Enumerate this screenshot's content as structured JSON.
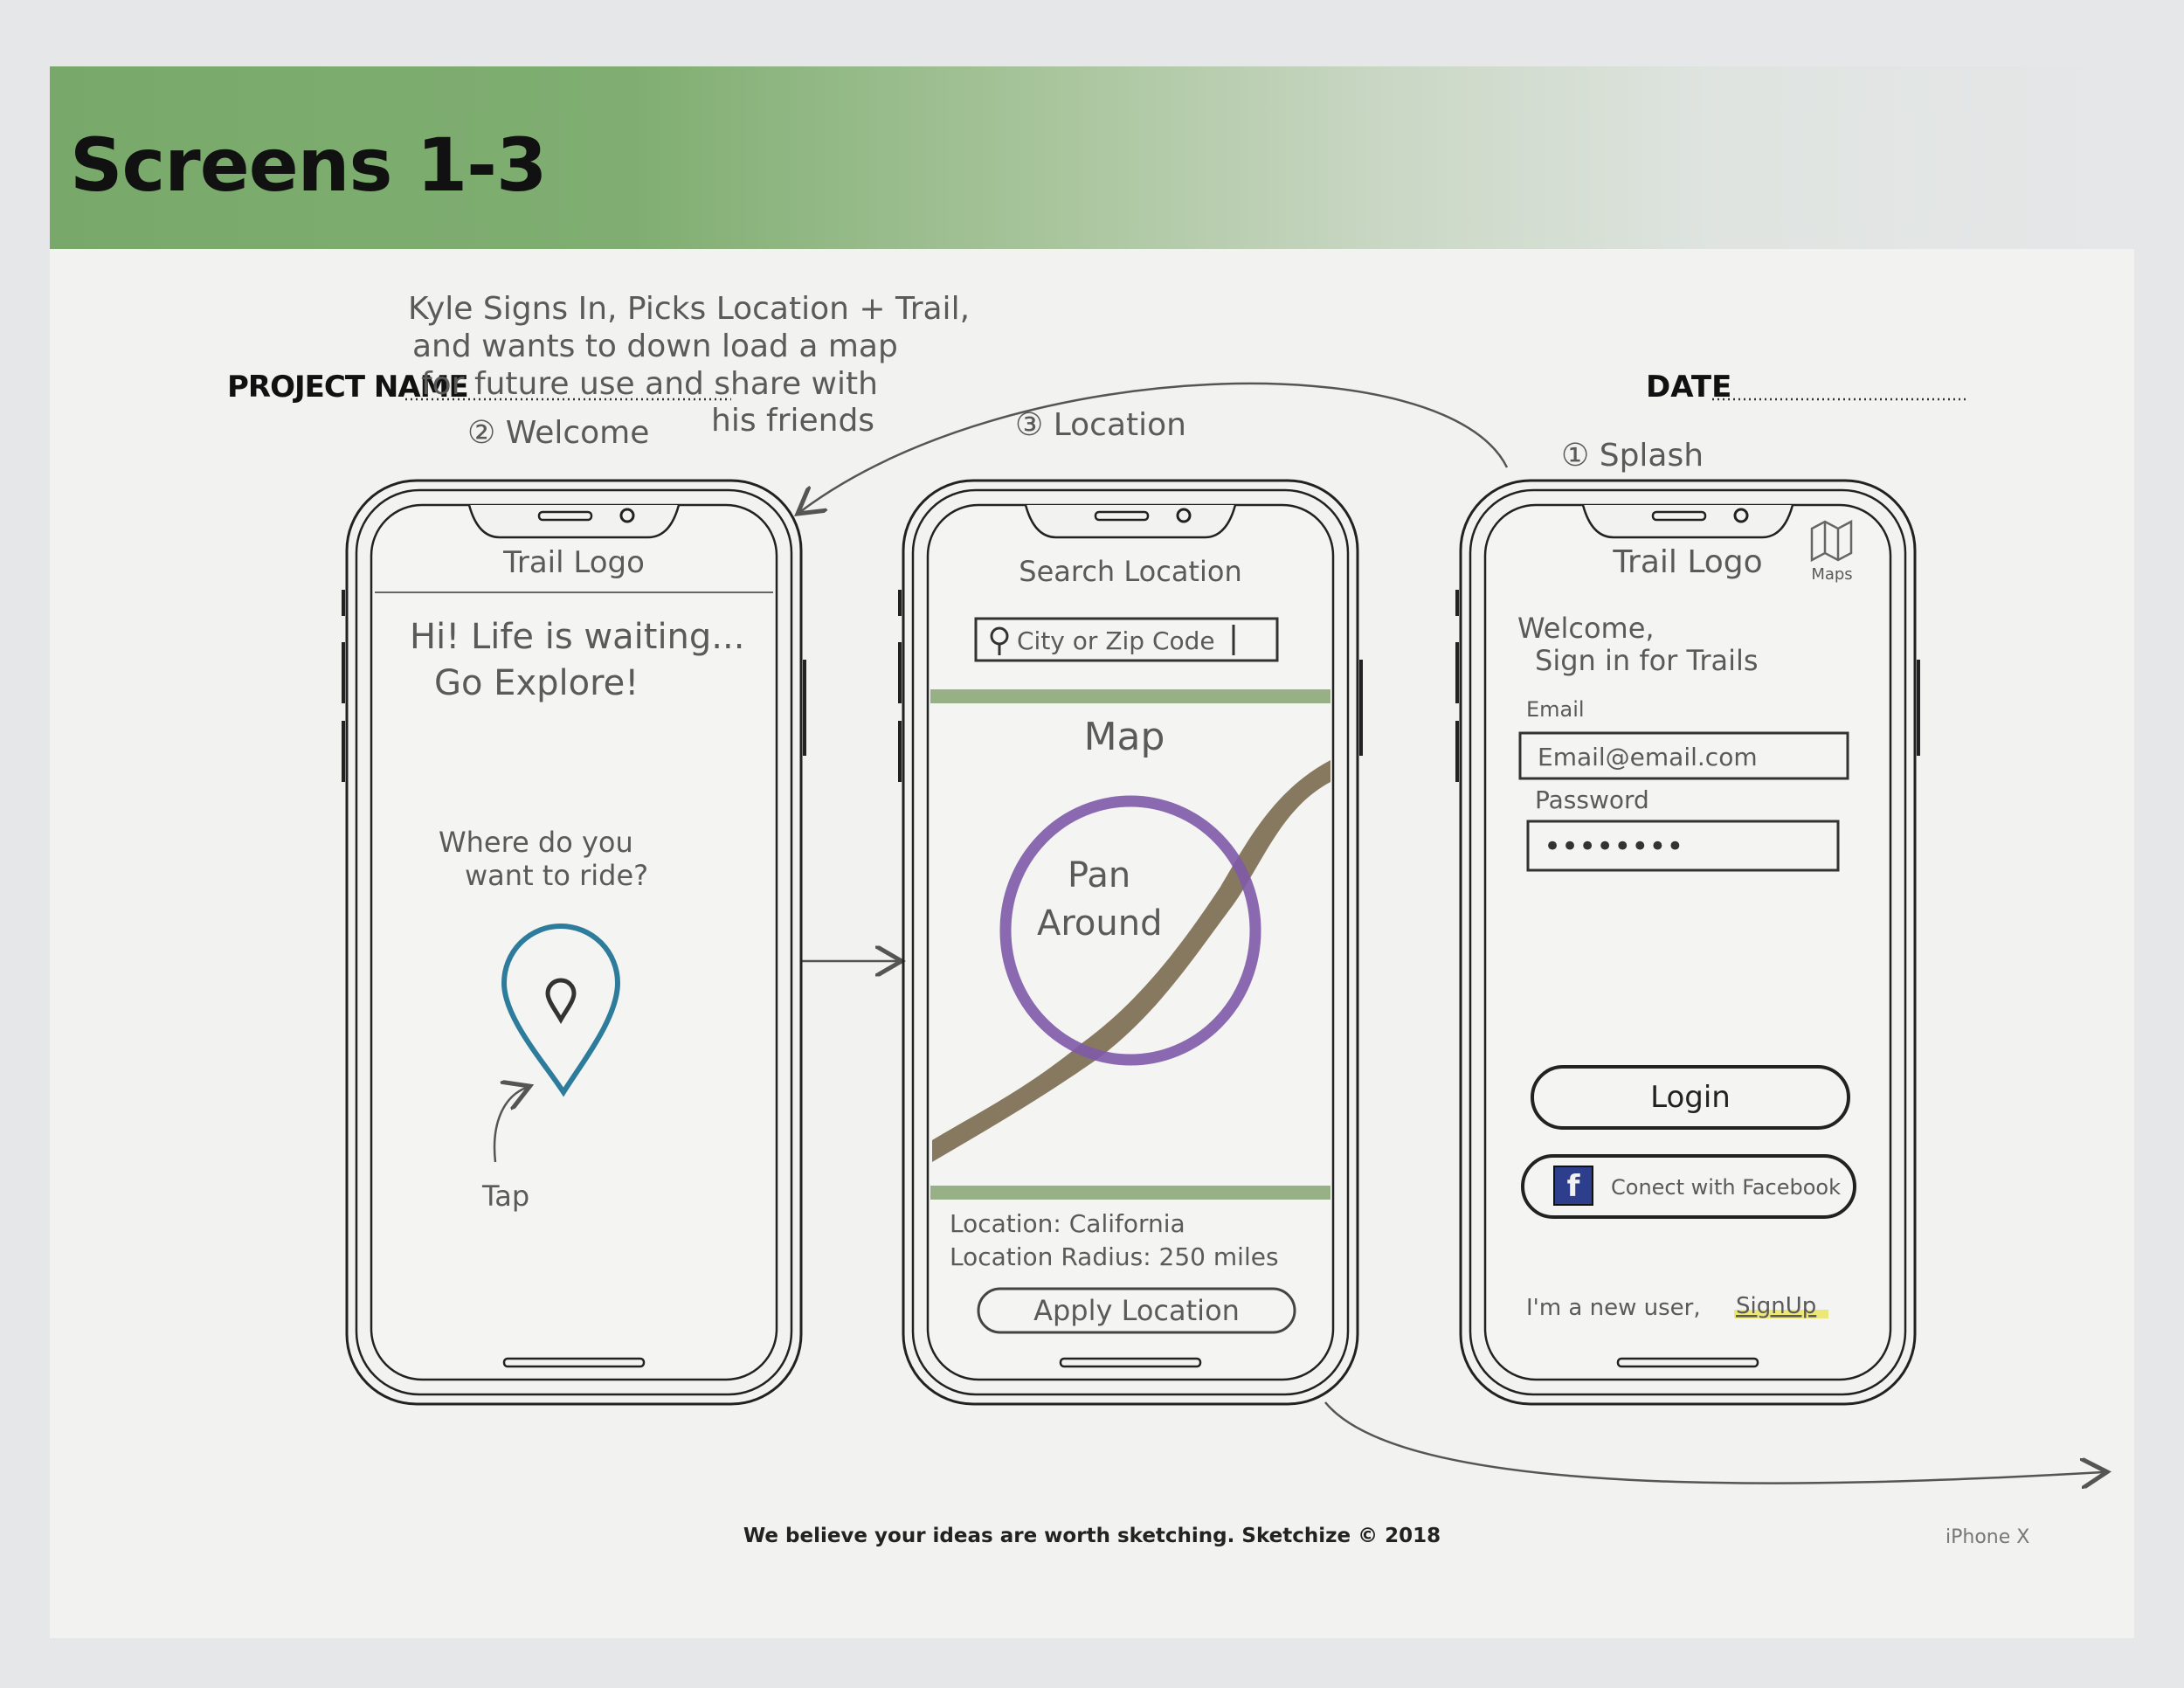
{
  "slide": {
    "title": "Screens 1-3"
  },
  "template": {
    "project_label": "PROJECT NAME",
    "date_label": "DATE",
    "footer": "We believe your ideas are worth sketching. Sketchize © 2018",
    "device": "iPhone X"
  },
  "note": {
    "lines": [
      "Kyle Signs In, Picks Location + Trail,",
      "and wants to down load a map",
      "for future use and share with",
      "his friends"
    ]
  },
  "screens": [
    {
      "label": "② Welcome",
      "header": "Trail Logo",
      "greeting": [
        "Hi! Life is waiting...",
        "Go Explore!"
      ],
      "question": [
        "Where do you",
        "want to ride?"
      ],
      "tap_label": "Tap"
    },
    {
      "label": "③ Location",
      "header": "Search Location",
      "search_placeholder": "City or Zip Code",
      "map_label": "Map",
      "pan_label": [
        "Pan",
        "Around"
      ],
      "location_line": "Location: California",
      "radius_line": "Location Radius: 250 miles",
      "apply_button": "Apply Location"
    },
    {
      "label": "① Splash",
      "header": "Trail Logo",
      "maps_label": "Maps",
      "welcome": [
        "Welcome,",
        "Sign in for Trails"
      ],
      "email_label": "Email",
      "email_value": "Email@email.com",
      "password_label": "Password",
      "password_value": "••••••••",
      "login_button": "Login",
      "facebook_button": "Conect with Facebook",
      "new_user_text": "I'm a new user,",
      "signup_link": "SignUp"
    }
  ],
  "colors": {
    "banner_green": "#78a96a",
    "pin_blue": "#2e7c9c",
    "circle_purple": "#7f5aa8",
    "trail_brown": "#6b5a3a",
    "divider_green": "#7a9a62",
    "highlight_yellow": "#e8e35a",
    "facebook_blue": "#2d3f8c"
  }
}
